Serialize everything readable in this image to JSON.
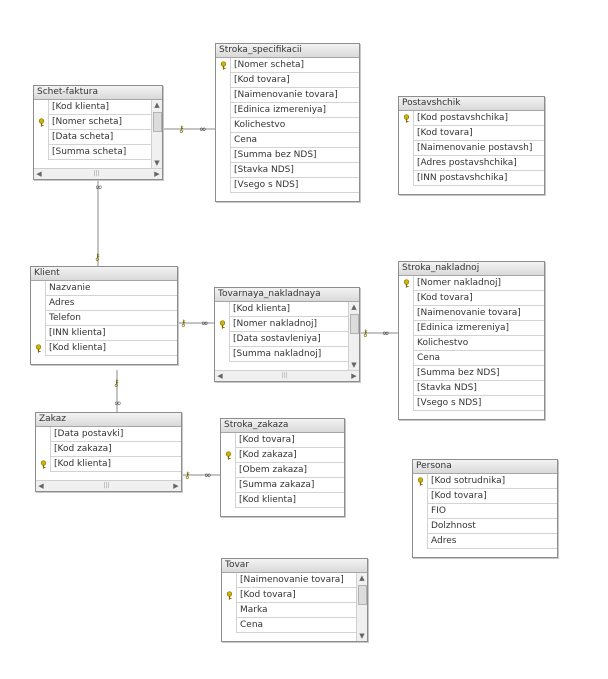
{
  "tables": [
    {
      "id": "stroka_specifikacii",
      "title": "Stroka_specifikacii",
      "columns": [
        {
          "name": "[Nomer scheta]",
          "key": true
        },
        {
          "name": "[Kod tovara]",
          "key": false
        },
        {
          "name": "[Naimenovanie tovara]",
          "key": false
        },
        {
          "name": "[Edinica izmereniya]",
          "key": false
        },
        {
          "name": "Kolichestvo",
          "key": false
        },
        {
          "name": "Cena",
          "key": false
        },
        {
          "name": "[Summa bez NDS]",
          "key": false
        },
        {
          "name": "[Stavka NDS]",
          "key": false
        },
        {
          "name": "[Vsego s NDS]",
          "key": false
        }
      ]
    },
    {
      "id": "schet_faktura",
      "title": "Schet-faktura",
      "columns": [
        {
          "name": "[Kod klienta]",
          "key": false
        },
        {
          "name": "[Nomer scheta]",
          "key": true
        },
        {
          "name": "[Data scheta]",
          "key": false
        },
        {
          "name": "[Summa scheta]",
          "key": false
        }
      ]
    },
    {
      "id": "postavshchik",
      "title": "Postavshchik",
      "columns": [
        {
          "name": "[Kod postavshchika]",
          "key": true
        },
        {
          "name": "[Kod tovara]",
          "key": false
        },
        {
          "name": "[Naimenovanie postavsh]",
          "key": false
        },
        {
          "name": "[Adres postavshchika]",
          "key": false
        },
        {
          "name": "[INN postavshchika]",
          "key": false
        }
      ]
    },
    {
      "id": "klient",
      "title": "Klient",
      "columns": [
        {
          "name": "Nazvanie",
          "key": false
        },
        {
          "name": "Adres",
          "key": false
        },
        {
          "name": "Telefon",
          "key": false
        },
        {
          "name": "[INN klienta]",
          "key": false
        },
        {
          "name": "[Kod klienta]",
          "key": true
        }
      ]
    },
    {
      "id": "tovarnaya_nakladnaya",
      "title": "Tovarnaya_nakladnaya",
      "columns": [
        {
          "name": "[Kod klienta]",
          "key": false
        },
        {
          "name": "[Nomer nakladnoj]",
          "key": true
        },
        {
          "name": "[Data sostavleniya]",
          "key": false
        },
        {
          "name": "[Summa nakladnoj]",
          "key": false
        }
      ]
    },
    {
      "id": "stroka_nakladnoj",
      "title": "Stroka_nakladnoj",
      "columns": [
        {
          "name": "[Nomer nakladnoj]",
          "key": true
        },
        {
          "name": "[Kod tovara]",
          "key": false
        },
        {
          "name": "[Naimenovanie tovara]",
          "key": false
        },
        {
          "name": "[Edinica izmereniya]",
          "key": false
        },
        {
          "name": "Kolichestvo",
          "key": false
        },
        {
          "name": "Cena",
          "key": false
        },
        {
          "name": "[Summa bez NDS]",
          "key": false
        },
        {
          "name": "[Stavka NDS]",
          "key": false
        },
        {
          "name": "[Vsego s NDS]",
          "key": false
        }
      ]
    },
    {
      "id": "zakaz",
      "title": "Zakaz",
      "columns": [
        {
          "name": "[Data postavki]",
          "key": false
        },
        {
          "name": "[Kod zakaza]",
          "key": false
        },
        {
          "name": "[Kod klienta]",
          "key": true
        }
      ]
    },
    {
      "id": "stroka_zakaza",
      "title": "Stroka_zakaza",
      "columns": [
        {
          "name": "[Kod tovara]",
          "key": false
        },
        {
          "name": "[Kod zakaza]",
          "key": true
        },
        {
          "name": "[Obem zakaza]",
          "key": false
        },
        {
          "name": "[Summa zakaza]",
          "key": false
        },
        {
          "name": "[Kod klienta]",
          "key": false
        }
      ]
    },
    {
      "id": "persona",
      "title": "Persona",
      "columns": [
        {
          "name": "[Kod sotrudnika]",
          "key": true
        },
        {
          "name": "[Kod tovara]",
          "key": false
        },
        {
          "name": "FIO",
          "key": false
        },
        {
          "name": "Dolzhnost",
          "key": false
        },
        {
          "name": "Adres",
          "key": false
        }
      ]
    },
    {
      "id": "tovar",
      "title": "Tovar",
      "columns": [
        {
          "name": "[Naimenovanie tovara]",
          "key": false
        },
        {
          "name": "[Kod tovara]",
          "key": true
        },
        {
          "name": "Marka",
          "key": false
        },
        {
          "name": "Cena",
          "key": false
        }
      ]
    }
  ],
  "colors": {
    "line": "#8a8a8a",
    "key": "#d4b400",
    "key_outline": "#7a6a00"
  },
  "icons": {
    "primary_key": "key-icon",
    "relation_one": "key-icon",
    "relation_many": "infinity-icon"
  }
}
